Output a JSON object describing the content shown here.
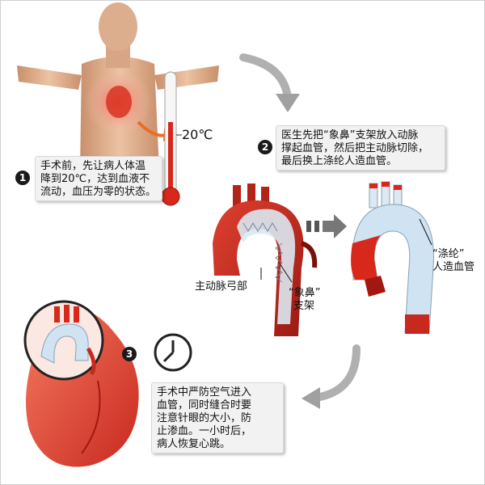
{
  "step1": {
    "number": "1",
    "lines": [
      "手术前，先让病人体温",
      "降到20℃，达到血液不",
      "流动，血压为零的状态。"
    ]
  },
  "temperature_label": "20℃",
  "step2": {
    "number": "2",
    "lines": [
      "医生先把“象鼻”支架放入动脉",
      "撑起血管，然后把主动脉切除，",
      "最后换上涤纶人造血管。"
    ]
  },
  "labels": {
    "aortic_arch": "主动脉弓部",
    "stent_line1": "“象鼻”",
    "stent_line2": "支架",
    "graft_line1": "“涤纶”",
    "graft_line2": "人造血管"
  },
  "step3": {
    "number": "3",
    "lines": [
      "手术中严防空气进入",
      "血管，同时缝合时要",
      "注意针眼的大小，防",
      "止渗血。一小时后，",
      "病人恢复心跳。"
    ]
  },
  "colors": {
    "aorta_red": "#c8291f",
    "heart_red": "#e8503a",
    "graft_blue": "#cfe3f2",
    "arrow_gray": "#a8a8a8",
    "callout_bg": "#f2f2f2"
  }
}
